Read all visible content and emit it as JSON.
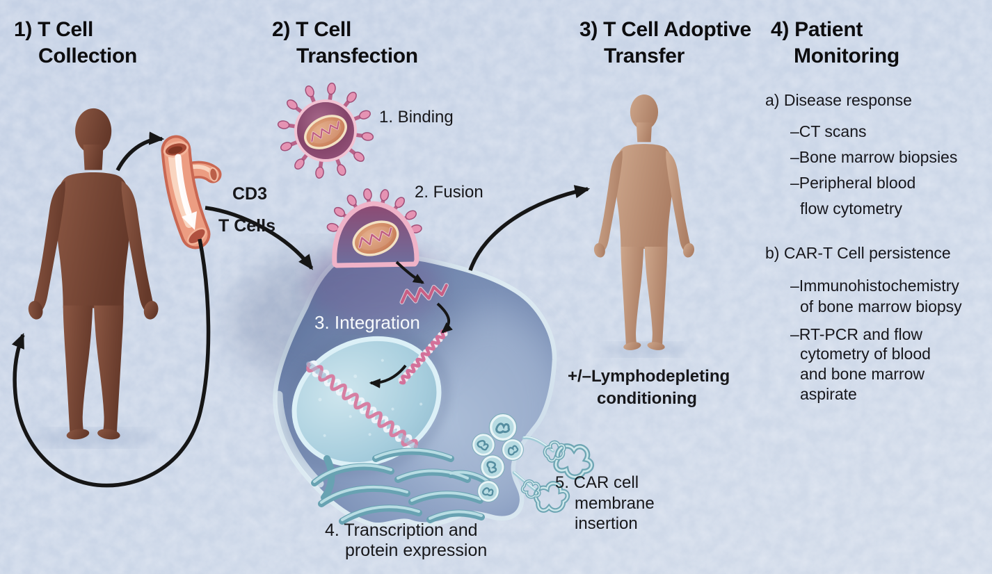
{
  "steps": [
    {
      "line1": "1) T Cell",
      "line2": "Collection"
    },
    {
      "line1": "2) T Cell",
      "line2": "Transfection"
    },
    {
      "line1": "3) T Cell Adoptive",
      "line2": "Transfer"
    },
    {
      "line1": "4) Patient",
      "line2": "Monitoring"
    }
  ],
  "process": {
    "binding": "1. Binding",
    "fusion": "2. Fusion",
    "integration": "3. Integration",
    "transcription1": "4. Transcription and",
    "transcription2": "protein expression",
    "car1": "5. CAR cell",
    "car2": "membrane",
    "car3": "insertion",
    "cd3": "CD3",
    "tcells": "T Cells",
    "lympho1": "+/–Lymphodepleting",
    "lympho2": "conditioning"
  },
  "monitoring": {
    "a_title": "a) Disease response",
    "a_item1": "–CT scans",
    "a_item2": "–Bone marrow biopsies",
    "a_item3a": "–Peripheral blood",
    "a_item3b": "flow cytometry",
    "b_title": "b) CAR-T Cell persistence",
    "b_item1a": "–Immunohistochemistry",
    "b_item1b": "of bone marrow biopsy",
    "b_item2a": "–RT-PCR and flow",
    "b_item2b": "cytometry of blood",
    "b_item2c": "and bone marrow",
    "b_item2d": "aspirate"
  },
  "colors": {
    "background": "#cbd6e8",
    "donor_skin": "#7b4a38",
    "patient_skin": "#c59a80",
    "vessel_salmon": "#ec9d82",
    "virus_pink": "#e593b3",
    "virus_core": "#7d4163",
    "capsid_orange": "#d79168",
    "cell_blue": "#8b9fc2",
    "nucleus_blue": "#a6cddd",
    "er_teal": "#68a2b2",
    "arrow_black": "#161616",
    "text_black": "#17171a",
    "integration_white": "#f7fafc"
  }
}
